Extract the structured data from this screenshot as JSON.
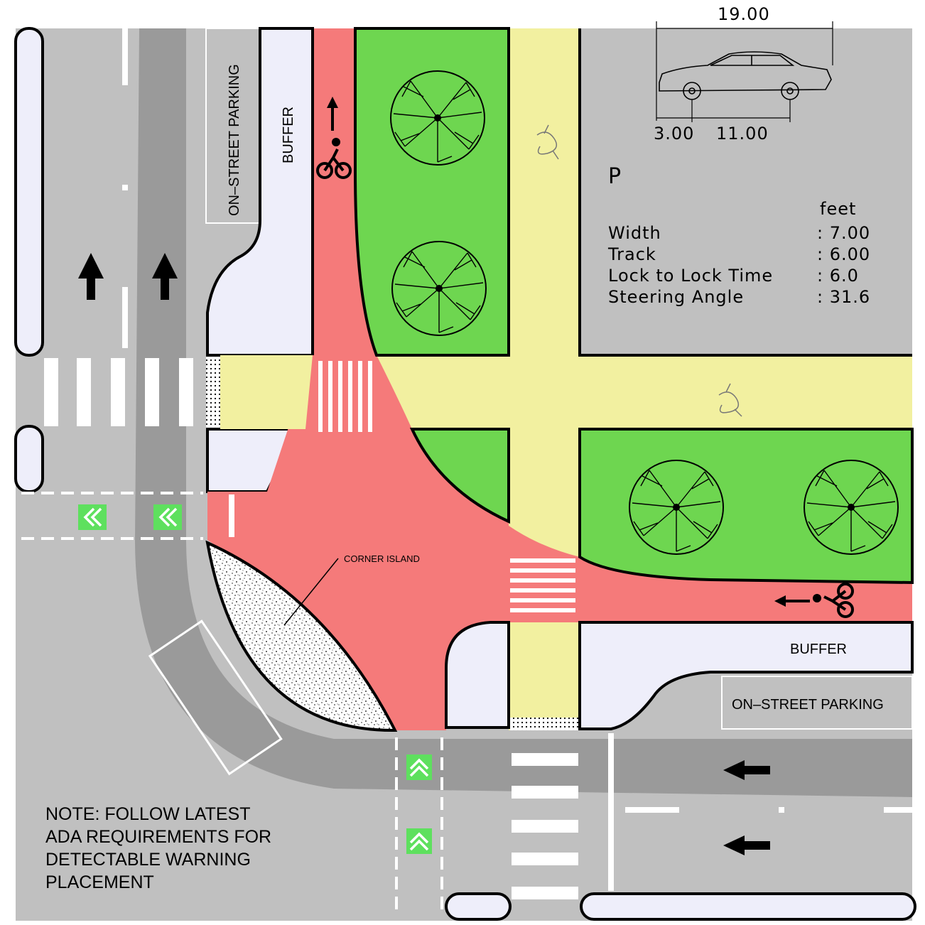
{
  "labels": {
    "parking_north": "ON–STREET PARKING",
    "buffer_north": "BUFFER",
    "buffer_east": "BUFFER",
    "parking_east": "ON–STREET PARKING",
    "corner_island": "CORNER ISLAND"
  },
  "vehicle": {
    "overall_length": "19.00",
    "front_overhang": "3.00",
    "wheelbase": "11.00",
    "type_code": "P",
    "units": "feet",
    "specs": [
      {
        "label": "Width",
        "value": ": 7.00"
      },
      {
        "label": "Track",
        "value": ": 6.00"
      },
      {
        "label": "Lock to Lock Time",
        "value": ": 6.0"
      },
      {
        "label": "Steering Angle",
        "value": ": 31.6"
      }
    ]
  },
  "note": [
    "NOTE: FOLLOW LATEST",
    "ADA REQUIREMENTS FOR",
    "DETECTABLE WARNING",
    "PLACEMENT"
  ],
  "colors": {
    "road": "#c0c0c0",
    "road_dark": "#9a9a9a",
    "bike_lane": "#f57a7a",
    "sidewalk": "#f2f0a0",
    "planting": "#6ed650",
    "buffer": "#eeeefa",
    "marker": "#5ee05e"
  },
  "icons": [
    "bicycle-icon",
    "pedestrian-icon",
    "tree-icon",
    "car-icon",
    "arrow-icon",
    "chevron-icon"
  ]
}
